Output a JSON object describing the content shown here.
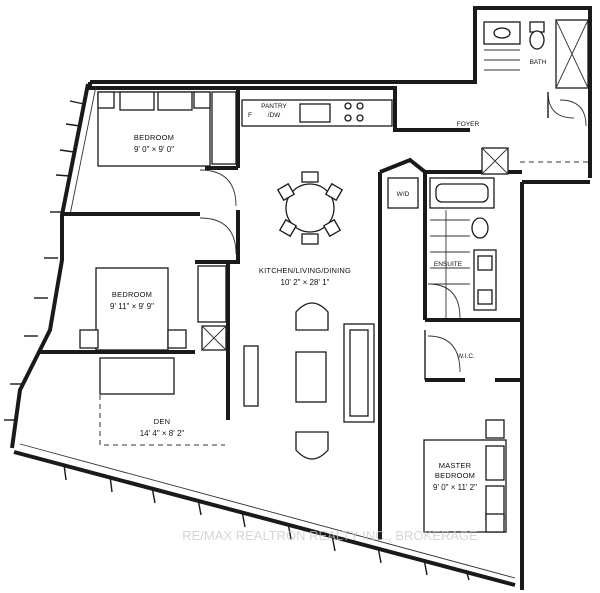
{
  "rooms": {
    "bath": {
      "name": "BATH"
    },
    "foyer": {
      "name": "FOYER"
    },
    "pantry": {
      "name_line1": "PANTRY",
      "name_line2": "/DW",
      "f": "F"
    },
    "bedroom1": {
      "name": "BEDROOM",
      "dims": "9' 0\" × 9' 0\""
    },
    "bedroom2": {
      "name": "BEDROOM",
      "dims": "9' 11\" × 9' 9\""
    },
    "wd": {
      "name": "W/D"
    },
    "ensuite": {
      "name": "ENSUITE"
    },
    "kitchen": {
      "name": "KITCHEN/LIVING/DINING",
      "dims": "10' 2\" × 28' 1\""
    },
    "wic": {
      "name": "W.I.C."
    },
    "den": {
      "name": "DEN",
      "dims": "14' 4\" × 8' 2\""
    },
    "master": {
      "name_line1": "MASTER",
      "name_line2": "BEDROOM",
      "dims": "9' 0\" × 11' 2\""
    }
  },
  "watermark": "RE/MAX REALTRON REALTY INC., BROKERAGE"
}
